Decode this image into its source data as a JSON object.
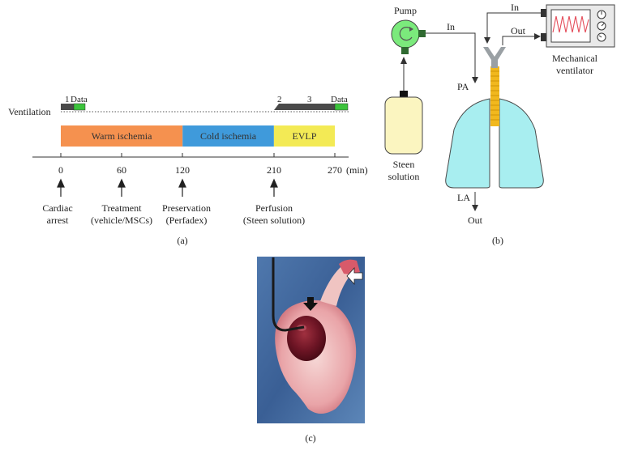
{
  "panel_a": {
    "panel_label": "(a)",
    "ventilation_label": "Ventilation",
    "markers": {
      "m1": "1",
      "m2": "2",
      "m3": "3",
      "data_left": "Data",
      "data_right": "Data"
    },
    "phases": [
      {
        "label": "Warm ischemia",
        "start": 0,
        "end": 120,
        "color": "#F5914F"
      },
      {
        "label": "Cold ischemia",
        "start": 120,
        "end": 210,
        "color": "#3F9ADB"
      },
      {
        "label": "EVLP",
        "start": 210,
        "end": 270,
        "color": "#F3EA55"
      }
    ],
    "ticks": [
      "0",
      "60",
      "120",
      "210",
      "270"
    ],
    "unit": "(min)",
    "events": [
      {
        "line1": "Cardiac",
        "line2": "arrest"
      },
      {
        "line1": "Treatment",
        "line2": "(vehicle/MSCs)"
      },
      {
        "line1": "Preservation",
        "line2": "(Perfadex)"
      },
      {
        "line1": "Perfusion",
        "line2": "(Steen solution)"
      }
    ]
  },
  "panel_b": {
    "panel_label": "(b)",
    "pump_label": "Pump",
    "in_top": "In",
    "in_right": "In",
    "out_right": "Out",
    "ventilator_line1": "Mechanical",
    "ventilator_line2": "ventilator",
    "pa_label": "PA",
    "la_label": "LA",
    "out_bottom": "Out",
    "steen_line1": "Steen",
    "steen_line2": "solution"
  },
  "panel_c": {
    "panel_label": "(c)"
  },
  "colors": {
    "warm": "#F5914F",
    "cold": "#3F9ADB",
    "evlp": "#F3EA55",
    "lung": "#A8EEF0",
    "pump": "#7BEA7C",
    "steen": "#FBF5C0",
    "trachea": "#F1B81E",
    "marker_green": "#3CC33C",
    "connector": "#2F6A31"
  }
}
